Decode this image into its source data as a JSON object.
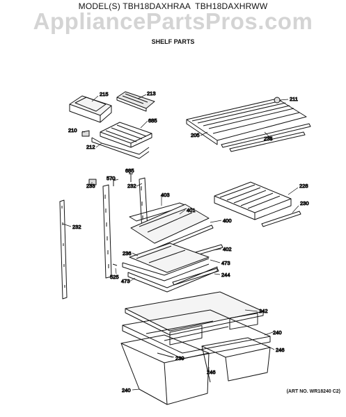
{
  "header": {
    "model_line": "MODEL(S) TBH18DAXHRAA  TBH18DAXHRWW",
    "section": "SHELF PARTS"
  },
  "watermark": "AppliancePartsPros.com",
  "parts": [
    {
      "id": "p215",
      "label": "215"
    },
    {
      "id": "p213",
      "label": "213"
    },
    {
      "id": "p211",
      "label": "211"
    },
    {
      "id": "p685a",
      "label": "685"
    },
    {
      "id": "p210",
      "label": "210"
    },
    {
      "id": "p212",
      "label": "212"
    },
    {
      "id": "p205",
      "label": "205"
    },
    {
      "id": "p235",
      "label": "235"
    },
    {
      "id": "p685b",
      "label": "685"
    },
    {
      "id": "p570",
      "label": "570"
    },
    {
      "id": "p233",
      "label": "233"
    },
    {
      "id": "p232a",
      "label": "232"
    },
    {
      "id": "p403",
      "label": "403"
    },
    {
      "id": "p228",
      "label": "228"
    },
    {
      "id": "p230",
      "label": "230"
    },
    {
      "id": "p232b",
      "label": "232"
    },
    {
      "id": "p401",
      "label": "401"
    },
    {
      "id": "p400",
      "label": "400"
    },
    {
      "id": "p402",
      "label": "402"
    },
    {
      "id": "p236",
      "label": "236"
    },
    {
      "id": "p473a",
      "label": "473"
    },
    {
      "id": "p525",
      "label": "525"
    },
    {
      "id": "p244",
      "label": "244"
    },
    {
      "id": "p473b",
      "label": "473"
    },
    {
      "id": "p242",
      "label": "242"
    },
    {
      "id": "p240a",
      "label": "240"
    },
    {
      "id": "p246a",
      "label": "246"
    },
    {
      "id": "p239",
      "label": "239"
    },
    {
      "id": "p246b",
      "label": "246"
    },
    {
      "id": "p240b",
      "label": "240"
    }
  ],
  "art_number": "(ART NO. WR18240 C2)"
}
